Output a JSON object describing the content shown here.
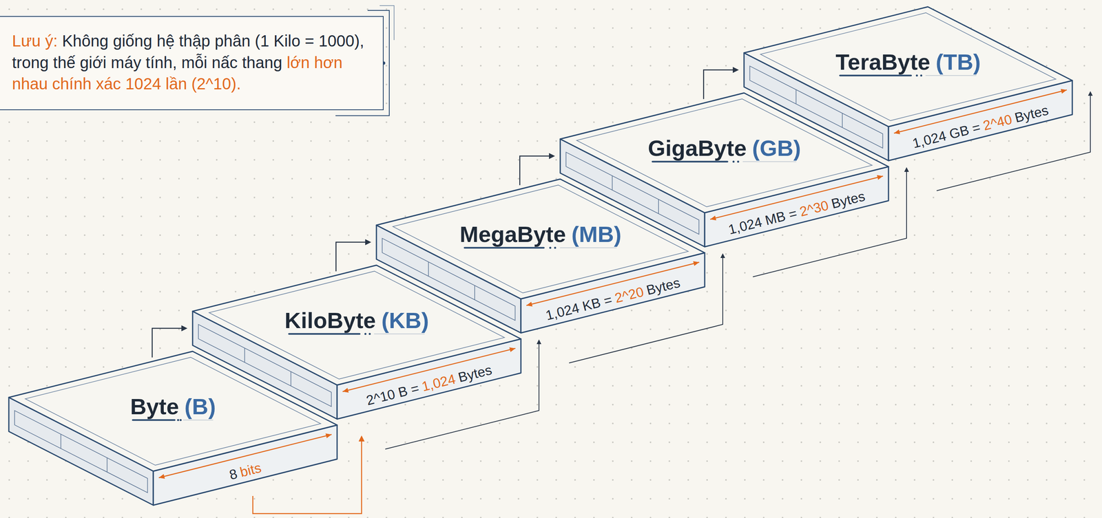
{
  "diagram": {
    "nodes": [
      {
        "text": [
          "Lưu ý:",
          "Không giống hệ thập phân (1 Kilo = 1000), trong thế giới máy tính, mỗi nấc thang",
          "lớn hơn nhau chính xác 1024 lần (2^10)."
        ]
      },
      {
        "text": [
          "Byte",
          "(B)",
          "8",
          "bits"
        ]
      },
      {
        "text": [
          "KiloByte",
          "(KB)",
          "2^10 B =",
          "1,024",
          "Bytes"
        ]
      },
      {
        "text": [
          "MegaByte",
          "(MB)",
          "1,024 KB =",
          "2^20",
          "Bytes"
        ]
      },
      {
        "text": [
          "GigaByte",
          "(GB)",
          "1,024 MB =",
          "2^30",
          "Bytes"
        ]
      },
      {
        "text": [
          "TeraByte",
          "(TB)",
          "1,024 GB =",
          "2^40",
          "Bytes"
        ]
      }
    ],
    "edges": [
      {
        "from": 1,
        "to": 2,
        "arrow": "to"
      },
      {
        "from": 2,
        "to": 3,
        "arrow": "to"
      },
      {
        "from": 3,
        "to": 4,
        "arrow": "to"
      },
      {
        "from": 4,
        "to": 5,
        "arrow": "to"
      }
    ]
  }
}
